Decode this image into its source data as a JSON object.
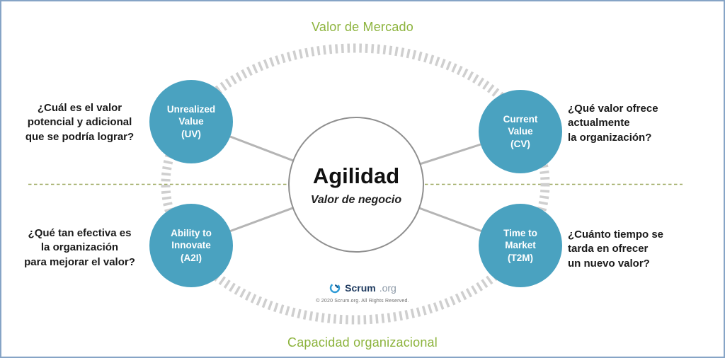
{
  "header": {
    "top_label": "Valor de Mercado"
  },
  "footer": {
    "bottom_label": "Capacidad organizacional"
  },
  "center": {
    "title": "Agilidad",
    "subtitle": "Valor de negocio"
  },
  "kvas": {
    "uv": {
      "label": "Unrealized\nValue\n(UV)",
      "question": "¿Cuál es el valor\npotencial y adicional\nque se podría lograr?"
    },
    "cv": {
      "label": "Current\nValue\n(CV)",
      "question": "¿Qué valor ofrece\nactualmente\nla organización?"
    },
    "a2i": {
      "label": "Ability to\nInnovate\n(A2I)",
      "question": "¿Qué tan efectiva es\nla organización\npara mejorar el valor?"
    },
    "t2m": {
      "label": "Time to\nMarket\n(T2M)",
      "question": "¿Cuánto tiempo se\ntarda en ofrecer\nun nuevo valor?"
    }
  },
  "logo": {
    "name": "Scrum",
    "suffix": ".org",
    "copyright": "© 2020 Scrum.org. All Rights Reserved."
  },
  "colors": {
    "teal": "#4aa2c0",
    "green": "#8cb33c",
    "arc": "#cfcfcf",
    "line": "#9aa75b",
    "connector": "#b5b5b5",
    "circle-border": "#8f8f8f",
    "border": "#86a4c6",
    "text": "#1a1a1a",
    "logo-navy": "#1e3a5f",
    "logo-gray": "#8a97a5",
    "logo-blue": "#2e9bd6"
  }
}
